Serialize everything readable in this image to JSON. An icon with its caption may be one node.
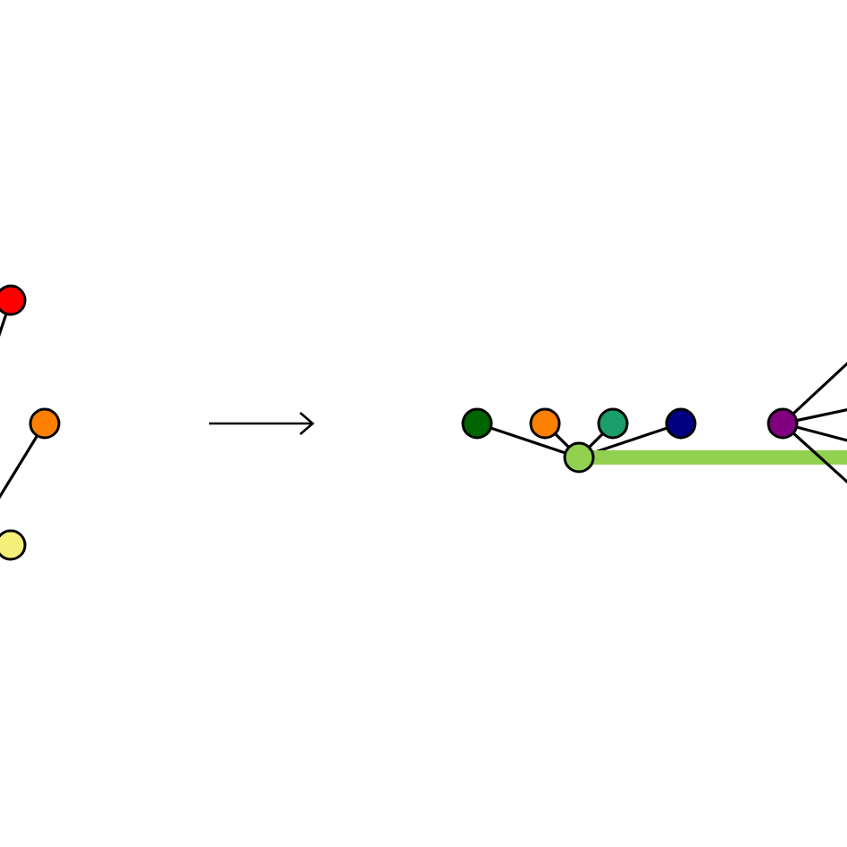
{
  "diagram": {
    "nodes": [
      {
        "text": [],
        "shape": "circle"
      },
      {
        "text": [],
        "shape": "circle"
      },
      {
        "text": [],
        "shape": "circle"
      },
      {
        "text": [],
        "shape": "circle"
      },
      {
        "text": [],
        "shape": "circle"
      },
      {
        "text": [],
        "shape": "circle"
      },
      {
        "text": [],
        "shape": "circle"
      },
      {
        "text": [],
        "shape": "circle"
      },
      {
        "text": [],
        "shape": "circle"
      }
    ],
    "edges": [
      {
        "from": 0,
        "to": null,
        "arrow": "none"
      },
      {
        "from": 1,
        "to": null,
        "arrow": "none"
      },
      {
        "from": 3,
        "to": 5,
        "arrow": "none"
      },
      {
        "from": 4,
        "to": 5,
        "arrow": "none"
      },
      {
        "from": 6,
        "to": 5,
        "arrow": "none"
      },
      {
        "from": 7,
        "to": 5,
        "arrow": "none"
      },
      {
        "from": 5,
        "to": null,
        "arrow": "none",
        "style": "thick",
        "color": "#92d050"
      },
      {
        "from": 8,
        "to": null,
        "arrow": "none"
      },
      {
        "from": 8,
        "to": null,
        "arrow": "none"
      },
      {
        "from": 8,
        "to": null,
        "arrow": "none"
      },
      {
        "from": 8,
        "to": null,
        "arrow": "none"
      }
    ]
  }
}
